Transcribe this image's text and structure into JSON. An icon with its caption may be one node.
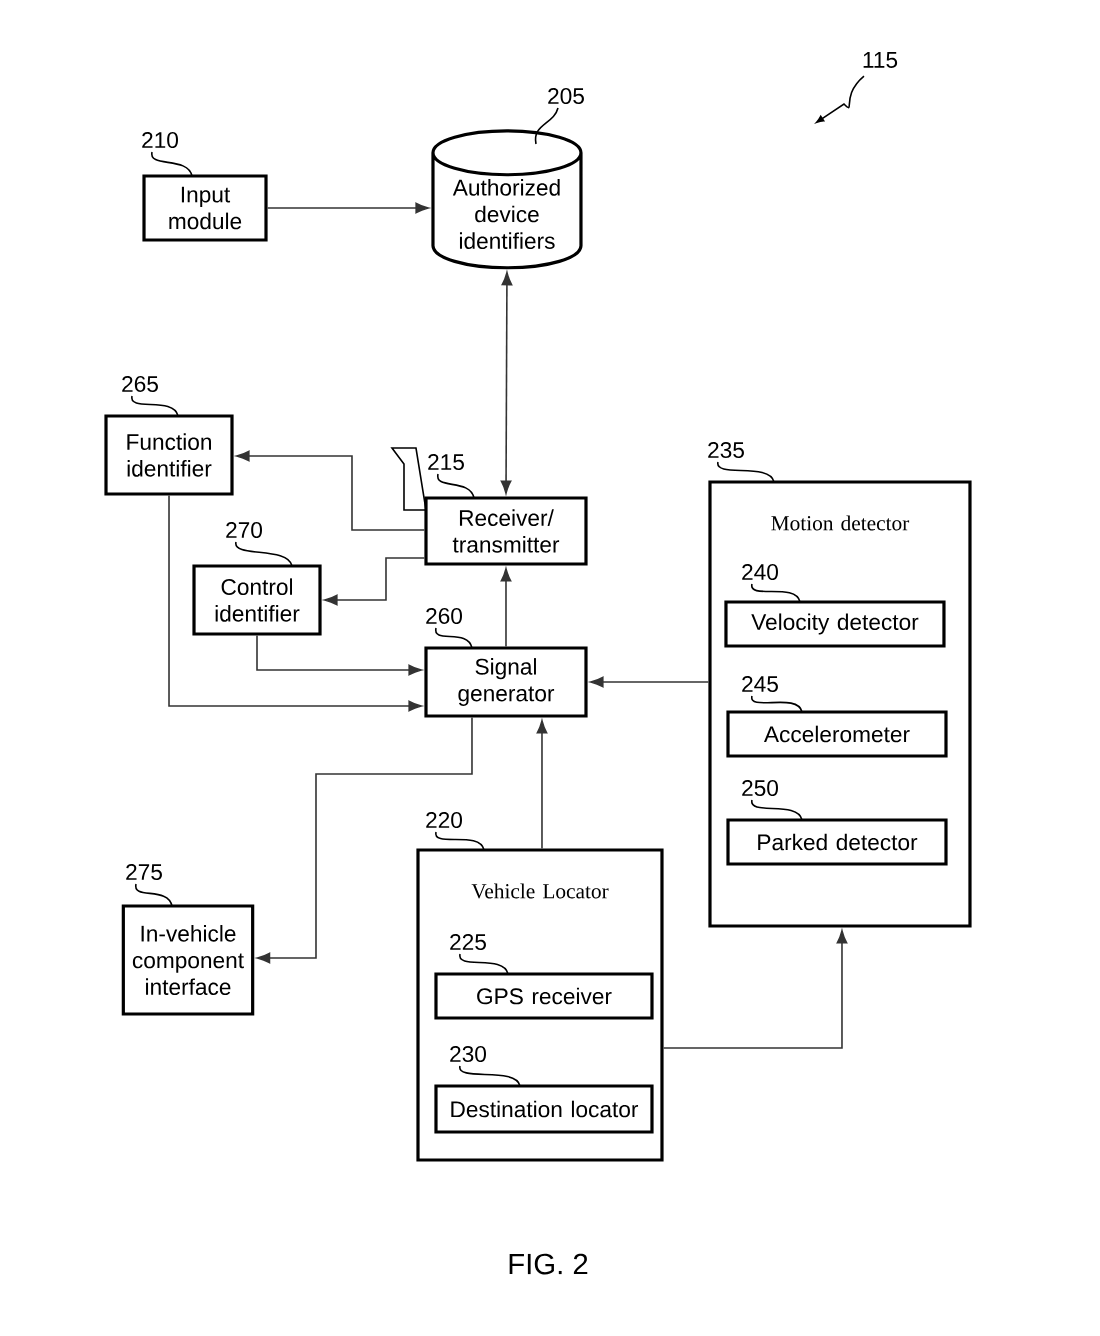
{
  "diagram": {
    "caption": "FIG. 2",
    "nodes": [
      {
        "text": [
          "Input module"
        ],
        "beside": [
          "210"
        ]
      },
      {
        "text": [
          "Authorized device identifiers"
        ],
        "beside": [
          "205"
        ]
      },
      {
        "text": [
          "Function identifier"
        ],
        "beside": [
          "265"
        ]
      },
      {
        "text": [
          "Receiver/ transmitter"
        ],
        "beside": [
          "215"
        ]
      },
      {
        "text": [
          "Control identifier"
        ],
        "beside": [
          "270"
        ]
      },
      {
        "text": [
          "Signal generator"
        ],
        "beside": [
          "260"
        ]
      },
      {
        "text": [
          "Motion detector"
        ],
        "beside": [
          "235"
        ]
      },
      {
        "text": [
          "Velocity detector"
        ],
        "beside": [
          "240"
        ],
        "in": 6
      },
      {
        "text": [
          "Accelerometer"
        ],
        "beside": [
          "245"
        ],
        "in": 6
      },
      {
        "text": [
          "Parked detector"
        ],
        "beside": [
          "250"
        ],
        "in": 6
      },
      {
        "text": [
          "In-vehicle component interface"
        ],
        "beside": [
          "275"
        ]
      },
      {
        "text": [
          "Vehicle Locator"
        ],
        "beside": [
          "220"
        ]
      },
      {
        "text": [
          "GPS receiver"
        ],
        "beside": [
          "225"
        ],
        "in": 11
      },
      {
        "text": [
          "Destination locator"
        ],
        "beside": [
          "230"
        ],
        "in": 11
      }
    ],
    "edges": [
      {
        "from": 0,
        "to": 1,
        "arrow": "to"
      },
      {
        "from": 3,
        "to": 1,
        "arrow": "both"
      },
      {
        "from": 3,
        "to": 2,
        "arrow": "to"
      },
      {
        "from": 3,
        "to": 4,
        "arrow": "to"
      },
      {
        "from": 4,
        "to": 5,
        "arrow": "to"
      },
      {
        "from": 2,
        "to": 5,
        "arrow": "to"
      },
      {
        "from": 5,
        "to": 3,
        "arrow": "to"
      },
      {
        "from": 6,
        "to": 5,
        "arrow": "to"
      },
      {
        "from": 5,
        "to": 10,
        "arrow": "to"
      },
      {
        "from": 11,
        "to": 5,
        "arrow": "to"
      },
      {
        "from": 11,
        "to": 6,
        "arrow": "to"
      }
    ],
    "labels": [
      "115"
    ]
  }
}
